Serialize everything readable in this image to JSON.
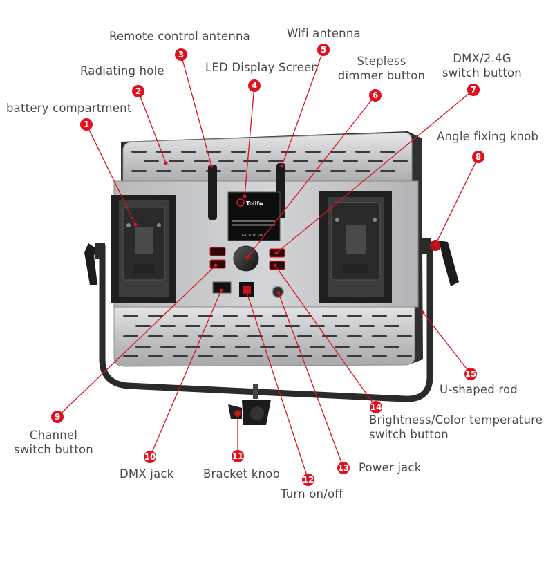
{
  "brand_text": "Tolifo",
  "model_text": "GK-2016 PRO",
  "colors": {
    "badge": "#e0101e",
    "leader": "#d7131f",
    "label_text": "#4a4a4a",
    "panel_frame": "#2b2b2b",
    "panel_silver": "#c9cacc"
  },
  "callouts": [
    {
      "num": "1",
      "lines": [
        "battery compartment"
      ]
    },
    {
      "num": "2",
      "lines": [
        "Radiating hole"
      ]
    },
    {
      "num": "3",
      "lines": [
        "Remote control antenna"
      ]
    },
    {
      "num": "4",
      "lines": [
        "LED Display Screen"
      ]
    },
    {
      "num": "5",
      "lines": [
        "Wifi antenna"
      ]
    },
    {
      "num": "6",
      "lines": [
        "Stepless",
        "dimmer button"
      ]
    },
    {
      "num": "7",
      "lines": [
        "DMX/2.4G",
        "switch button"
      ]
    },
    {
      "num": "8",
      "lines": [
        "Angle fixing knob"
      ]
    },
    {
      "num": "9",
      "lines": [
        "Channel",
        "switch button"
      ]
    },
    {
      "num": "10",
      "lines": [
        "DMX jack"
      ]
    },
    {
      "num": "11",
      "lines": [
        "Bracket knob"
      ]
    },
    {
      "num": "12",
      "lines": [
        "Turn on/off"
      ]
    },
    {
      "num": "13",
      "lines": [
        "Power jack"
      ]
    },
    {
      "num": "14",
      "lines": [
        "Brightness/Color temperature",
        "switch button"
      ]
    },
    {
      "num": "15",
      "lines": [
        "U-shaped rod"
      ]
    }
  ]
}
